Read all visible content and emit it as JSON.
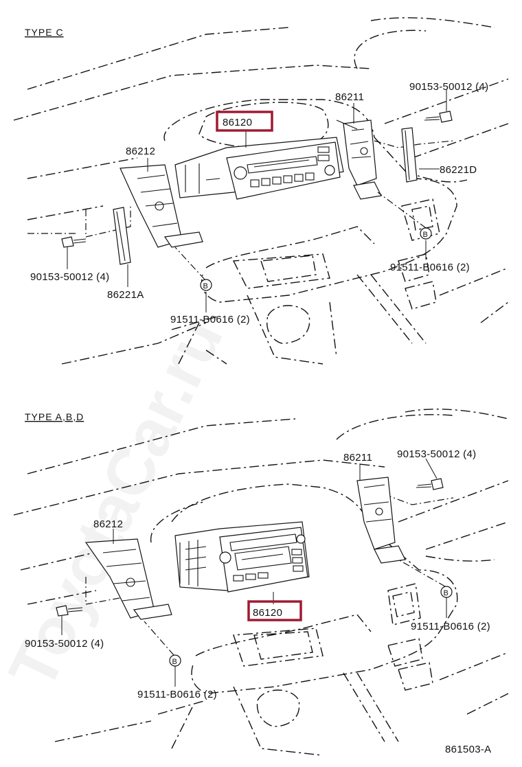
{
  "watermark": "ToyotaCar.ru",
  "figure_code": "861503-A",
  "colors": {
    "highlight": "#9e1b32",
    "line": "#111111"
  },
  "section_c": {
    "title": "TYPE C",
    "labels": {
      "radio": "86120",
      "bracket_right": "86211",
      "bracket_left": "86212",
      "plate_right": "86221D",
      "plate_left": "86221A",
      "bolt_right": "90153-50012 (4)",
      "bolt_left": "90153-50012 (4)",
      "clip_right": "91511-B0616 (2)",
      "clip_left": "91511-B0616 (2)",
      "callout": "B"
    }
  },
  "section_abd": {
    "title": "TYPE A,B,D",
    "labels": {
      "radio": "86120",
      "bracket_right": "86211",
      "bracket_left": "86212",
      "bolt_right": "90153-50012 (4)",
      "bolt_left": "90153-50012 (4)",
      "clip_right": "91511-B0616 (2)",
      "clip_left": "91511-B0616 (2)",
      "callout": "B"
    }
  }
}
